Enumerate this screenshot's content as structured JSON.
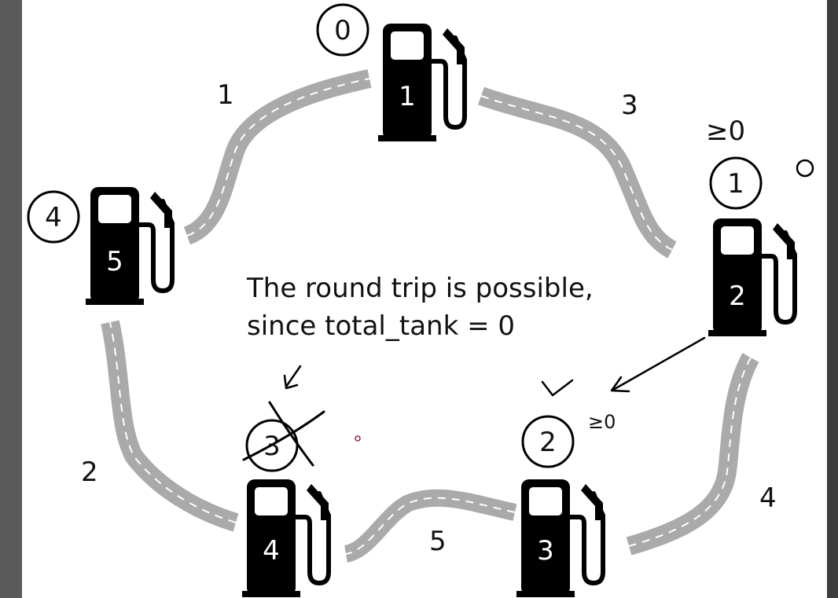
{
  "stations": [
    {
      "index": "0",
      "gas": "1"
    },
    {
      "index": "1",
      "gas": "2"
    },
    {
      "index": "2",
      "gas": "3"
    },
    {
      "index": "3",
      "gas": "4"
    },
    {
      "index": "4",
      "gas": "5"
    }
  ],
  "roads": [
    {
      "cost": "1"
    },
    {
      "cost": "3"
    },
    {
      "cost": "4"
    },
    {
      "cost": "5"
    },
    {
      "cost": "2"
    }
  ],
  "caption": {
    "line1": "The round trip is possible,",
    "line2": "since total_tank = 0"
  },
  "annotations": {
    "near_station_1": "≥0",
    "near_station_2": "≥0"
  }
}
